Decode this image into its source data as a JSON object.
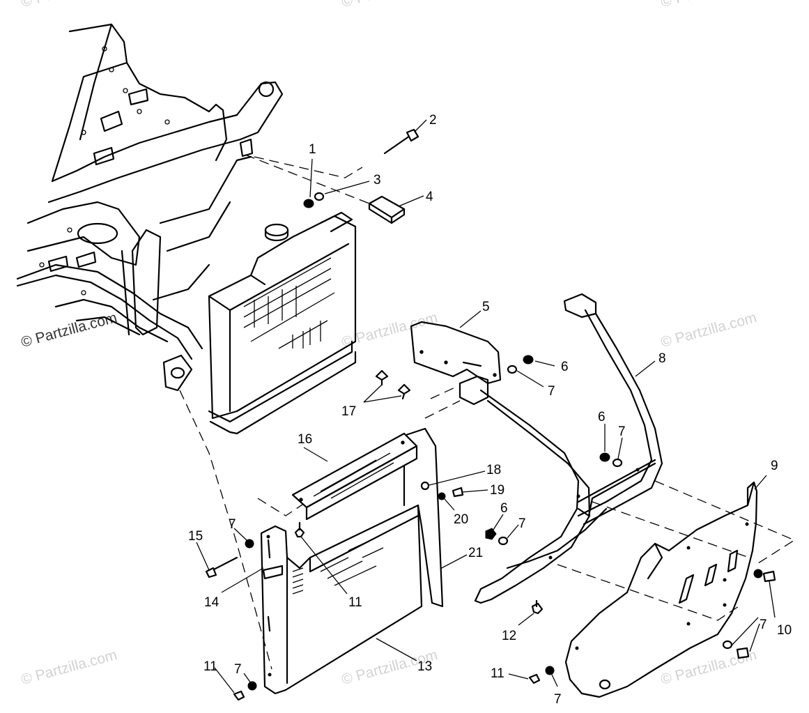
{
  "watermarks": [
    "© Partzilla.com",
    "© Partzilla.com",
    "© Partzilla.com",
    "© Partzilla.com",
    "© Partzilla.com",
    "© Partzilla.com",
    "© Partzilla.com",
    "© Partzilla.com",
    "© Partzilla.com"
  ],
  "callouts": [
    "1",
    "2",
    "3",
    "4",
    "5",
    "6",
    "7",
    "8",
    "6",
    "7",
    "9",
    "16",
    "18",
    "19",
    "20",
    "17",
    "6",
    "7",
    "15",
    "7",
    "21",
    "14",
    "11",
    "12",
    "10",
    "7",
    "11",
    "7",
    "13",
    "11",
    "7",
    "7"
  ]
}
